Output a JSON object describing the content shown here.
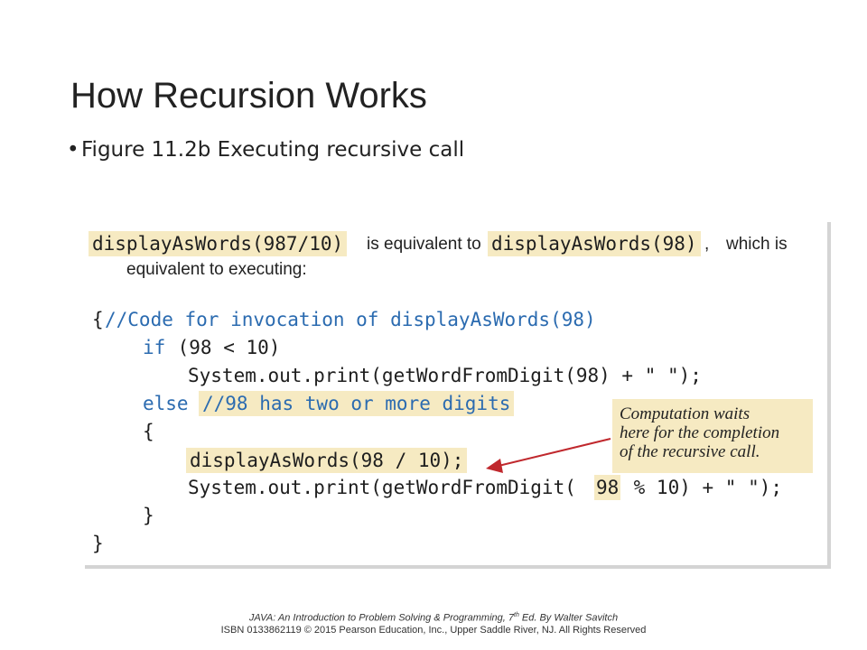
{
  "slide": {
    "title": "How Recursion Works",
    "bullet": "Figure 11.2b Executing recursive call"
  },
  "figure": {
    "intro": {
      "call_a": "displayAsWords(987/10)",
      "text_a": "is equivalent to",
      "call_b": "displayAsWords(98)",
      "text_b": ",",
      "text_c": "which is",
      "text_d": "equivalent to executing:"
    },
    "code": {
      "l1_brace": "{",
      "l1_comment": "//Code for invocation of displayAsWords(98)",
      "l2_kw": "if",
      "l2_rest": " (98 < 10)",
      "l3": "System.out.print(getWordFromDigit(98) + \" \");",
      "l4_kw": "else",
      "l4_comment": "//98 has two or more digits",
      "l5": "{",
      "l6": "displayAsWords(98 / 10);",
      "l7_a": "System.out.print(getWordFromDigit(",
      "l7_b": "98",
      "l7_c": " % 10) + \" \");",
      "l8": "}",
      "l9": "}"
    },
    "callout": {
      "line1": "Computation waits",
      "line2": "here for the completion",
      "line3": "of the recursive call."
    },
    "colors": {
      "highlight": "#f6eac2",
      "keyword": "#2b6bb0",
      "arrow": "#c0282d"
    }
  },
  "footer": {
    "line1_a": "JAVA: An Introduction to Problem Solving & Programming, 7",
    "line1_sup": "th",
    "line1_b": " Ed. By Walter Savitch",
    "line2": "ISBN 0133862119 © 2015 Pearson Education, Inc., Upper Saddle River, NJ. All Rights Reserved"
  }
}
